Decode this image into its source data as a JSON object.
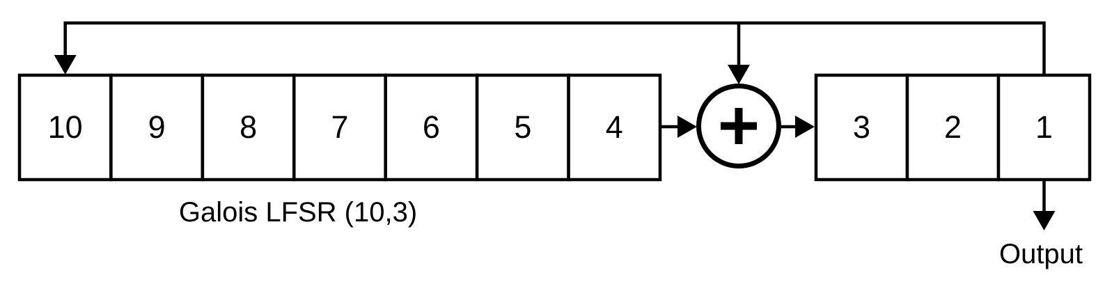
{
  "diagram": {
    "title": "Galois LFSR (10,3)",
    "output_label": "Output",
    "xor_symbol": "+",
    "left_register_cells": [
      "10",
      "9",
      "8",
      "7",
      "6",
      "5",
      "4"
    ],
    "right_register_cells": [
      "3",
      "2",
      "1"
    ],
    "colors": {
      "line": "#000000",
      "background": "#ffffff"
    }
  }
}
